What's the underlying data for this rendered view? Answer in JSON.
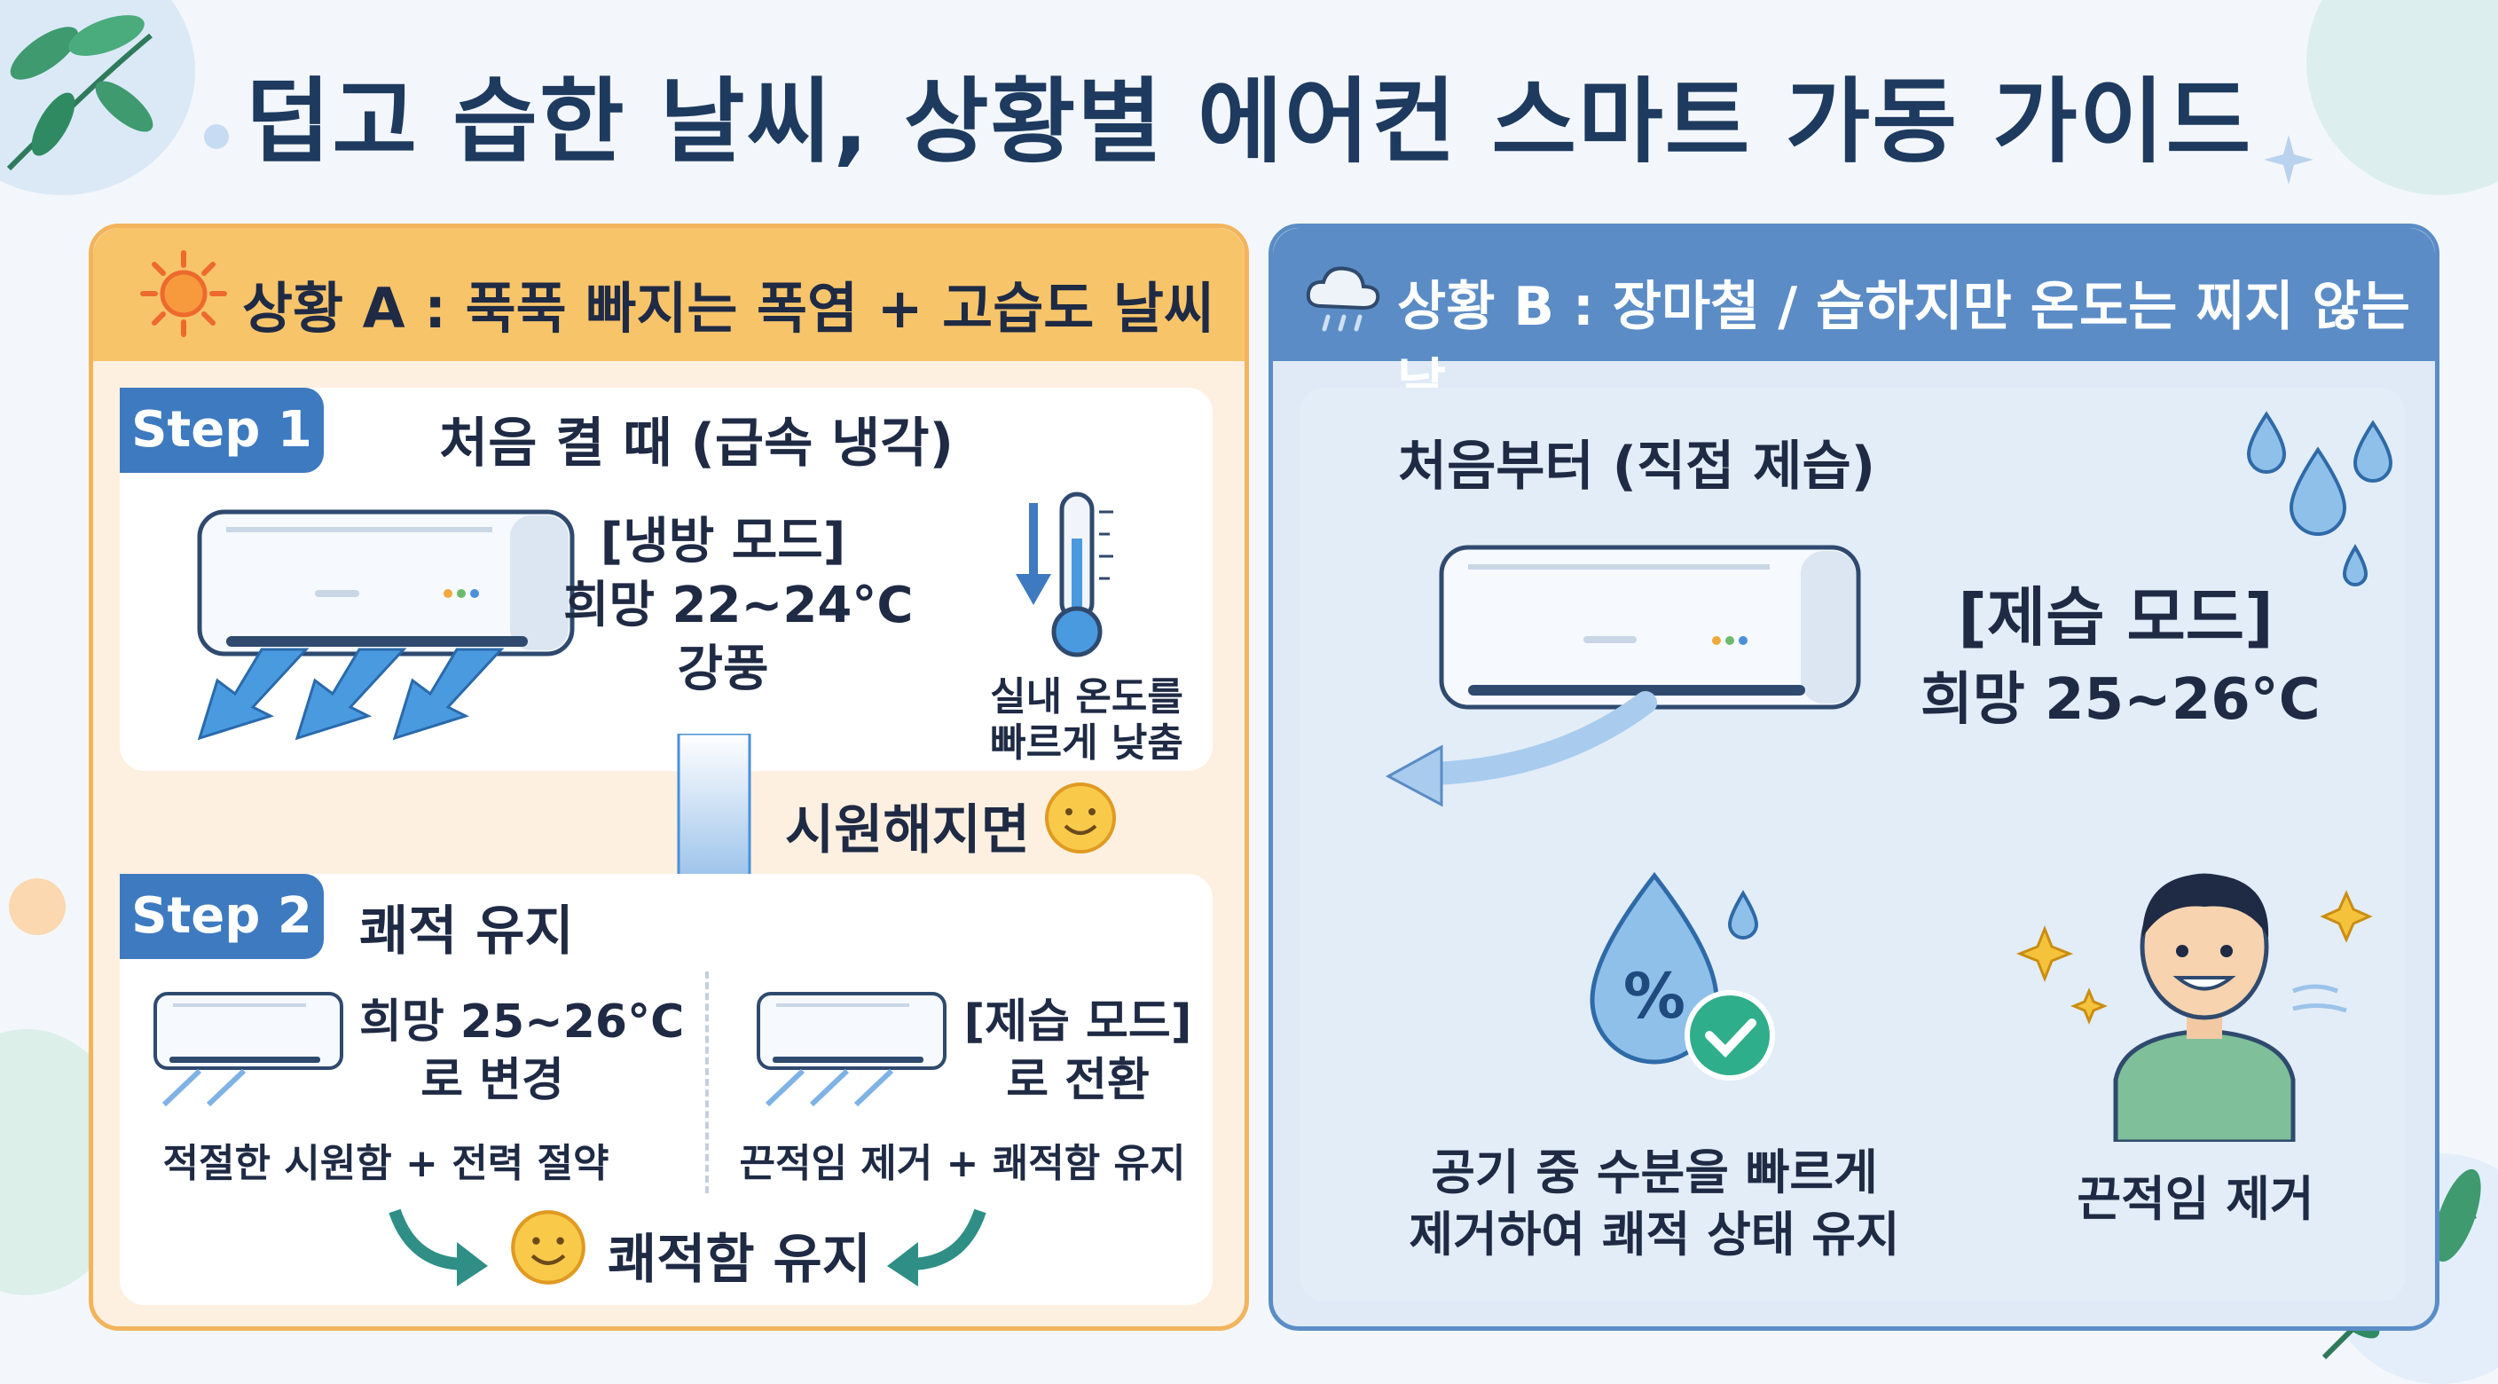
{
  "title": "덥고 습한 날씨, 상황별 에어컨 스마트 가동 가이드",
  "icons": {
    "sun": "sun-icon",
    "cloud_rain": "cloud-rain-icon",
    "thermometer": "thermometer-down-icon",
    "smile": "smile-icon",
    "water_drop_percent": "humidity-drop-icon",
    "check": "check-icon",
    "person": "person-icon",
    "sparkle": "sparkle-icon",
    "leaf": "leaf-icon"
  },
  "colors": {
    "accent_orange": "#f7c46a",
    "accent_blue": "#5b8cc6",
    "step_blue": "#3e7ac0",
    "title_navy": "#1e3a5f",
    "check_green": "#2fae8c"
  },
  "situation_a": {
    "header": "상황 A : 푹푹 빠지는 폭염 + 고습도 날씨",
    "step1": {
      "badge": "Step 1",
      "title": "처음 켤 때 (급속 냉각)",
      "mode": "[냉방 모드]",
      "temp": "희망 22~24°C",
      "wind": "강풍",
      "note_line1": "실내 온도를",
      "note_line2": "빠르게 낮춤"
    },
    "transition": "시원해지면",
    "step2": {
      "badge": "Step 2",
      "title": "쾌적 유지",
      "left": {
        "line1": "희망 25~26°C",
        "line2": "로 변경",
        "desc": "적절한 시원함 + 전력 절약"
      },
      "right": {
        "line1": "[제습 모드]",
        "line2": "로 전환",
        "desc": "끈적임 제거 + 쾌적함 유지"
      },
      "result": "쾌적함 유지"
    }
  },
  "situation_b": {
    "header": "상황 B : 장마철 / 습하지만 온도는 찌지 않는 날",
    "title": "처음부터 (직접 제습)",
    "mode": "[제습 모드]",
    "temp": "희망 25~26°C",
    "benefit1_line1": "공기 중 수분을 빠르게",
    "benefit1_line2": "제거하여 쾌적 상태 유지",
    "benefit2": "끈적임 제거"
  }
}
